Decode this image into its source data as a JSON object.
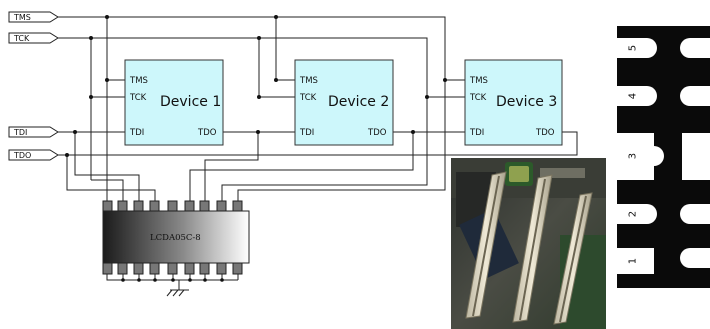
{
  "signals": {
    "tms": "TMS",
    "tck": "TCK",
    "tdi": "TDI",
    "tdo": "TDO"
  },
  "devices": [
    {
      "name": "Device 1",
      "tms": "TMS",
      "tck": "TCK",
      "tdi": "TDI",
      "tdo": "TDO"
    },
    {
      "name": "Device 2",
      "tms": "TMS",
      "tck": "TCK",
      "tdi": "TDI",
      "tdo": "TDO"
    },
    {
      "name": "Device 3",
      "tms": "TMS",
      "tck": "TCK",
      "tdi": "TDI",
      "tdo": "TDO"
    }
  ],
  "chip": {
    "label": "LCDA05C-8"
  },
  "pin_card": {
    "numbers": [
      "5",
      "4",
      "3",
      "2",
      "1"
    ]
  },
  "colors": {
    "device_fill": "#cdf7fb",
    "device_stroke": "#333333",
    "wire": "#222222",
    "card_black": "#0a0a0a"
  }
}
